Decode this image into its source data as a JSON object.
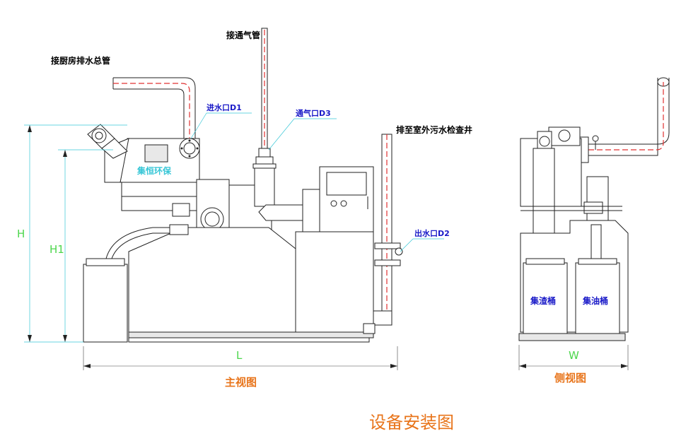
{
  "labels": {
    "kitchen_drain": "接厨房排水总管",
    "vent_connect": "接通气管",
    "inlet": "进水口D1",
    "vent_port": "通气口D3",
    "outdoor_drain": "排至室外污水检查井",
    "outlet": "出水口D2",
    "slag_bucket": "集渣桶",
    "oil_bucket": "集油桶",
    "brand": "集恒环保"
  },
  "dimensions": {
    "height": "H",
    "height1": "H1",
    "length": "L",
    "width": "W"
  },
  "views": {
    "front": "主视图",
    "side": "侧视图"
  },
  "title": "设备安装图",
  "colors": {
    "annotation": "#1a1ac8",
    "dimension": "#4cd64c",
    "heading": "#e8741a",
    "pipe_centerline": "#e03030",
    "leader": "#36c6d6"
  }
}
